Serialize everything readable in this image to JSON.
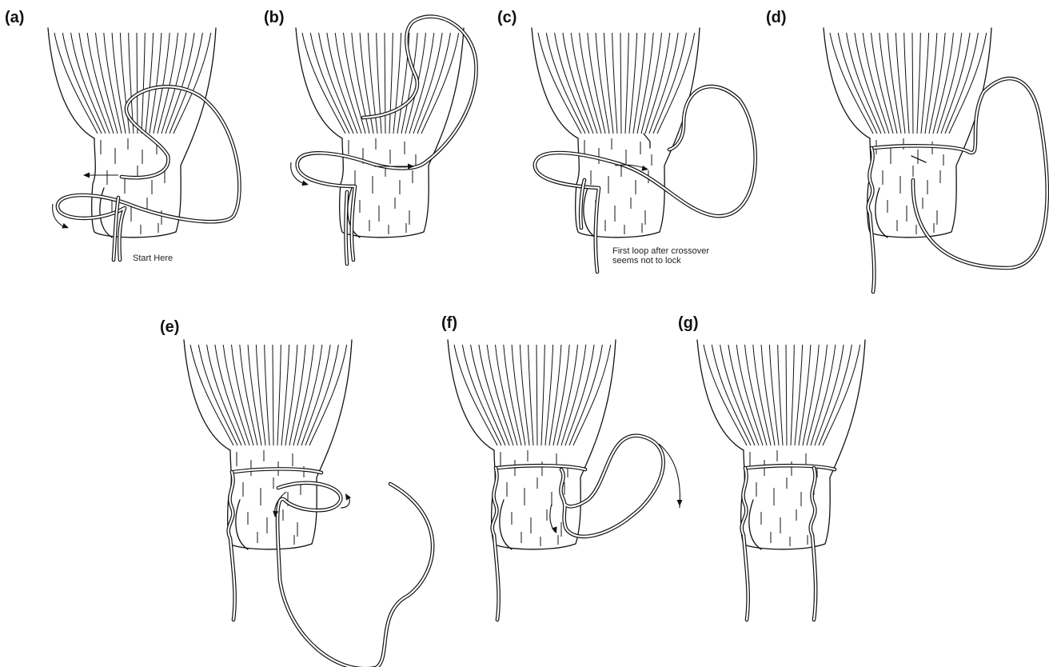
{
  "panels": [
    {
      "id": "a",
      "label": "(a)",
      "annotation": "Start Here"
    },
    {
      "id": "b",
      "label": "(b)"
    },
    {
      "id": "c",
      "label": "(c)",
      "annotation_lines": [
        "First loop after crossover",
        "seems not to lock"
      ]
    },
    {
      "id": "d",
      "label": "(d)"
    },
    {
      "id": "e",
      "label": "(e)"
    },
    {
      "id": "f",
      "label": "(f)"
    },
    {
      "id": "g",
      "label": "(g)"
    }
  ],
  "colors": {
    "line": "#111111",
    "background": "#ffffff"
  }
}
